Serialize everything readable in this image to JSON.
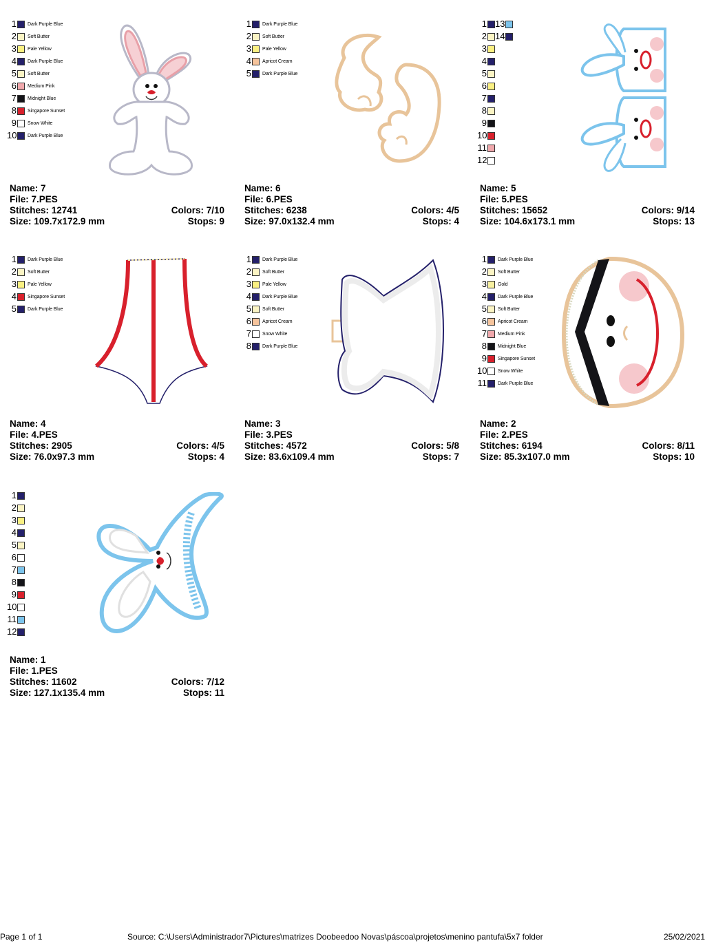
{
  "colors": {
    "Dark Purple Blue": "#24206a",
    "Soft Butter": "#fbf4c4",
    "Pale Yellow": "#faf082",
    "Apricot Cream": "#f6c49c",
    "Medium Pink": "#f0a8ac",
    "Midnight Blue": "#141418",
    "Singapore Sunset": "#d8202c",
    "Snow White": "#ffffff",
    "Gold": "#f7f0a0",
    "Sky Blue": "#7cc4ec"
  },
  "designs": [
    {
      "name_label": "Name: 7",
      "file_label": "File: 7.PES",
      "stitches_label": "Stitches: 12741",
      "colors_label": "Colors: 7/10",
      "size_label": "Size: 109.7x172.9 mm",
      "stops_label": "Stops: 9",
      "palette": [
        {
          "num": "1",
          "name": "Dark Purple Blue",
          "color": "Dark Purple Blue"
        },
        {
          "num": "2",
          "name": "Soft Butter",
          "color": "Soft Butter"
        },
        {
          "num": "3",
          "name": "Pale Yellow",
          "color": "Pale Yellow"
        },
        {
          "num": "4",
          "name": "Dark Purple Blue",
          "color": "Dark Purple Blue"
        },
        {
          "num": "5",
          "name": "Soft Butter",
          "color": "Soft Butter"
        },
        {
          "num": "6",
          "name": "Medium Pink",
          "color": "Medium Pink"
        },
        {
          "num": "7",
          "name": "Midnight Blue",
          "color": "Midnight Blue"
        },
        {
          "num": "8",
          "name": "Singapore Sunset",
          "color": "Singapore Sunset"
        },
        {
          "num": "9",
          "name": "Snow White",
          "color": "Snow White"
        },
        {
          "num": "10",
          "name": "Dark Purple Blue",
          "color": "Dark Purple Blue"
        }
      ]
    },
    {
      "name_label": "Name: 6",
      "file_label": "File: 6.PES",
      "stitches_label": "Stitches: 6238",
      "colors_label": "Colors: 4/5",
      "size_label": "Size: 97.0x132.4 mm",
      "stops_label": "Stops: 4",
      "palette": [
        {
          "num": "1",
          "name": "Dark Purple Blue",
          "color": "Dark Purple Blue"
        },
        {
          "num": "2",
          "name": "Soft Butter",
          "color": "Soft Butter"
        },
        {
          "num": "3",
          "name": "Pale Yellow",
          "color": "Pale Yellow"
        },
        {
          "num": "4",
          "name": "Apricot Cream",
          "color": "Apricot Cream"
        },
        {
          "num": "5",
          "name": "Dark Purple Blue",
          "color": "Dark Purple Blue"
        }
      ]
    },
    {
      "name_label": "Name: 5",
      "file_label": "File: 5.PES",
      "stitches_label": "Stitches: 15652",
      "colors_label": "Colors: 9/14",
      "size_label": "Size: 104.6x173.1 mm",
      "stops_label": "Stops: 13",
      "palette": [
        {
          "num": "1",
          "name": "",
          "color": "Dark Purple Blue"
        },
        {
          "num": "2",
          "name": "",
          "color": "Soft Butter"
        },
        {
          "num": "3",
          "name": "",
          "color": "Pale Yellow"
        },
        {
          "num": "4",
          "name": "",
          "color": "Dark Purple Blue"
        },
        {
          "num": "5",
          "name": "",
          "color": "Soft Butter"
        },
        {
          "num": "6",
          "name": "",
          "color": "Pale Yellow"
        },
        {
          "num": "7",
          "name": "",
          "color": "Dark Purple Blue"
        },
        {
          "num": "8",
          "name": "",
          "color": "Soft Butter"
        },
        {
          "num": "9",
          "name": "",
          "color": "Midnight Blue"
        },
        {
          "num": "10",
          "name": "",
          "color": "Singapore Sunset"
        },
        {
          "num": "11",
          "name": "",
          "color": "Medium Pink"
        },
        {
          "num": "12",
          "name": "",
          "color": "Snow White"
        }
      ],
      "palette_extra": [
        {
          "num": "13",
          "name": "",
          "color": "Sky Blue"
        },
        {
          "num": "14",
          "name": "",
          "color": "Dark Purple Blue"
        }
      ]
    },
    {
      "name_label": "Name: 4",
      "file_label": "File: 4.PES",
      "stitches_label": "Stitches: 2905",
      "colors_label": "Colors: 4/5",
      "size_label": "Size: 76.0x97.3 mm",
      "stops_label": "Stops: 4",
      "palette": [
        {
          "num": "1",
          "name": "Dark Purple Blue",
          "color": "Dark Purple Blue"
        },
        {
          "num": "2",
          "name": "Soft Butter",
          "color": "Soft Butter"
        },
        {
          "num": "3",
          "name": "Pale Yellow",
          "color": "Pale Yellow"
        },
        {
          "num": "4",
          "name": "Singapore Sunset",
          "color": "Singapore Sunset"
        },
        {
          "num": "5",
          "name": "Dark Purple Blue",
          "color": "Dark Purple Blue"
        }
      ]
    },
    {
      "name_label": "Name: 3",
      "file_label": "File: 3.PES",
      "stitches_label": "Stitches: 4572",
      "colors_label": "Colors: 5/8",
      "size_label": "Size: 83.6x109.4 mm",
      "stops_label": "Stops: 7",
      "palette": [
        {
          "num": "1",
          "name": "Dark Purple Blue",
          "color": "Dark Purple Blue"
        },
        {
          "num": "2",
          "name": "Soft Butter",
          "color": "Soft Butter"
        },
        {
          "num": "3",
          "name": "Pale Yellow",
          "color": "Pale Yellow"
        },
        {
          "num": "4",
          "name": "Dark Purple Blue",
          "color": "Dark Purple Blue"
        },
        {
          "num": "5",
          "name": "Soft Butter",
          "color": "Soft Butter"
        },
        {
          "num": "6",
          "name": "Apricot Cream",
          "color": "Apricot Cream"
        },
        {
          "num": "7",
          "name": "Snow White",
          "color": "Snow White"
        },
        {
          "num": "8",
          "name": "Dark Purple Blue",
          "color": "Dark Purple Blue"
        }
      ]
    },
    {
      "name_label": "Name: 2",
      "file_label": "File: 2.PES",
      "stitches_label": "Stitches: 6194",
      "colors_label": "Colors: 8/11",
      "size_label": "Size: 85.3x107.0 mm",
      "stops_label": "Stops: 10",
      "palette": [
        {
          "num": "1",
          "name": "Dark Purple Blue",
          "color": "Dark Purple Blue"
        },
        {
          "num": "2",
          "name": "Soft Butter",
          "color": "Soft Butter"
        },
        {
          "num": "3",
          "name": "Gold",
          "color": "Gold"
        },
        {
          "num": "4",
          "name": "Dark Purple Blue",
          "color": "Dark Purple Blue"
        },
        {
          "num": "5",
          "name": "Soft Butter",
          "color": "Soft Butter"
        },
        {
          "num": "6",
          "name": "Apricot Cream",
          "color": "Apricot Cream"
        },
        {
          "num": "7",
          "name": "Medium Pink",
          "color": "Medium Pink"
        },
        {
          "num": "8",
          "name": "Midnight Blue",
          "color": "Midnight Blue"
        },
        {
          "num": "9",
          "name": "Singapore Sunset",
          "color": "Singapore Sunset"
        },
        {
          "num": "10",
          "name": "Snow White",
          "color": "Snow White"
        },
        {
          "num": "11",
          "name": "Dark Purple Blue",
          "color": "Dark Purple Blue"
        }
      ]
    },
    {
      "name_label": "Name: 1",
      "file_label": "File: 1.PES",
      "stitches_label": "Stitches: 11602",
      "colors_label": "Colors: 7/12",
      "size_label": "Size: 127.1x135.4 mm",
      "stops_label": "Stops: 11",
      "palette": [
        {
          "num": "1",
          "name": "",
          "color": "Dark Purple Blue"
        },
        {
          "num": "2",
          "name": "",
          "color": "Soft Butter"
        },
        {
          "num": "3",
          "name": "",
          "color": "Pale Yellow"
        },
        {
          "num": "4",
          "name": "",
          "color": "Dark Purple Blue"
        },
        {
          "num": "5",
          "name": "",
          "color": "Soft Butter"
        },
        {
          "num": "6",
          "name": "",
          "color": "Snow White"
        },
        {
          "num": "7",
          "name": "",
          "color": "Sky Blue"
        },
        {
          "num": "8",
          "name": "",
          "color": "Midnight Blue"
        },
        {
          "num": "9",
          "name": "",
          "color": "Singapore Sunset"
        },
        {
          "num": "10",
          "name": "",
          "color": "Snow White"
        },
        {
          "num": "11",
          "name": "",
          "color": "Sky Blue"
        },
        {
          "num": "12",
          "name": "",
          "color": "Dark Purple Blue"
        }
      ]
    }
  ],
  "footer": {
    "page": "Page 1 of 1",
    "source": "Source:  C:\\Users\\Administrador7\\Pictures\\matrizes Doobeedoo Novas\\páscoa\\projetos\\menino pantufa\\5x7 folder",
    "date": "25/02/2021"
  }
}
